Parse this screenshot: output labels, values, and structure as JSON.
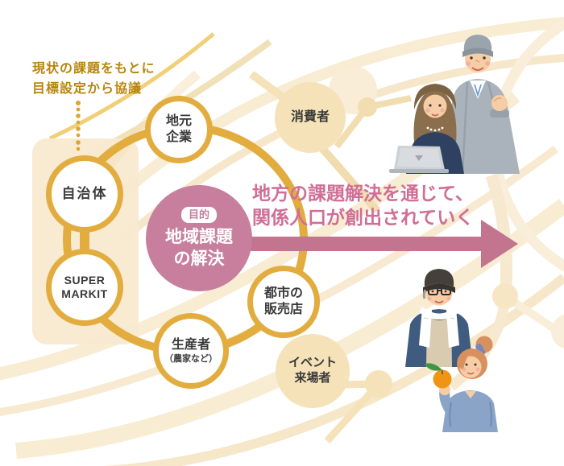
{
  "note": {
    "line1": "現状の課題をもとに",
    "line2": "目標設定から協議"
  },
  "partners": {
    "municipality": "自治体",
    "supermarket_line1": "SUPER",
    "supermarket_line2": "MARKIT"
  },
  "purpose": {
    "badge": "目的",
    "line1": "地域課題",
    "line2": "の解決"
  },
  "stakeholders": {
    "local_company": {
      "line1": "地元",
      "line2": "企業"
    },
    "consumer": "消費者",
    "urban_store": {
      "line1": "都市の",
      "line2": "販売店"
    },
    "producer": {
      "label": "生産者",
      "sub": "（農家など）"
    },
    "event_visitor": {
      "line1": "イベント",
      "line2": "来場者"
    }
  },
  "arrow": {
    "line1": "地方の課題解決を通じて、",
    "line2": "関係人口が創出されていく"
  },
  "colors": {
    "gold": "#e2ad3e",
    "gold_text": "#b8860d",
    "beige_node": "#f5e2b8",
    "beige_panel": "#f8ead0",
    "purpose_pink": "#c77f9d",
    "arrow_fill": "#c3748f",
    "arrow_text": "#d06e96"
  },
  "illustrations": {
    "top_group": "worker-man-and-woman-with-laptop",
    "bottom_group": "older-man-with-towel-and-young-woman-with-orange"
  }
}
